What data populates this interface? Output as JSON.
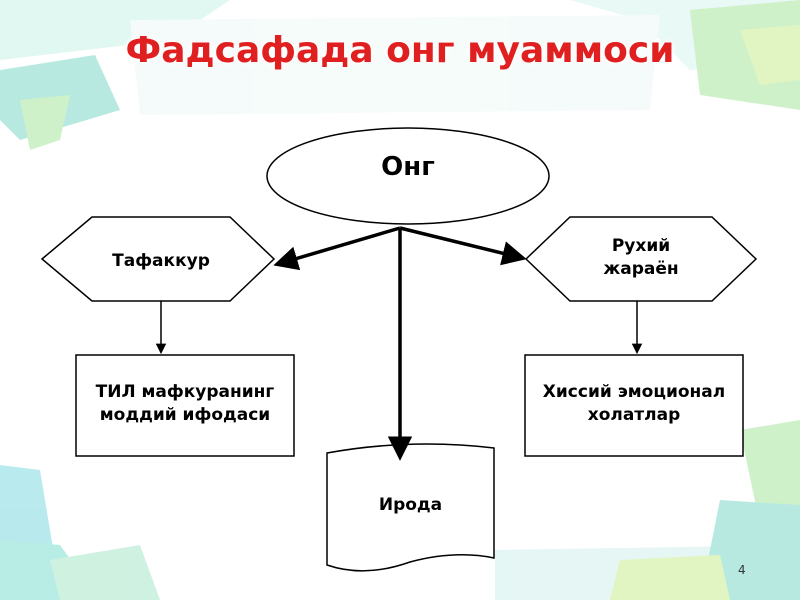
{
  "slide": {
    "title": "Фадсафада онг муаммоси",
    "page_number": "4"
  },
  "diagram": {
    "center": "Онг",
    "left_hexagon": "Тафаккур",
    "right_hexagon": "Рухий\nжараён",
    "left_box": "ТИЛ мафкуранинг\nмоддий ифодаси",
    "right_box": "Хиссий эмоционал\nхолатлар",
    "bottom_document": "Ирода"
  },
  "colors": {
    "title": "#e02020",
    "decor_cyan": "#7fd8e0",
    "decor_green": "#a8e6a0",
    "decor_lime": "#c8ee90"
  }
}
